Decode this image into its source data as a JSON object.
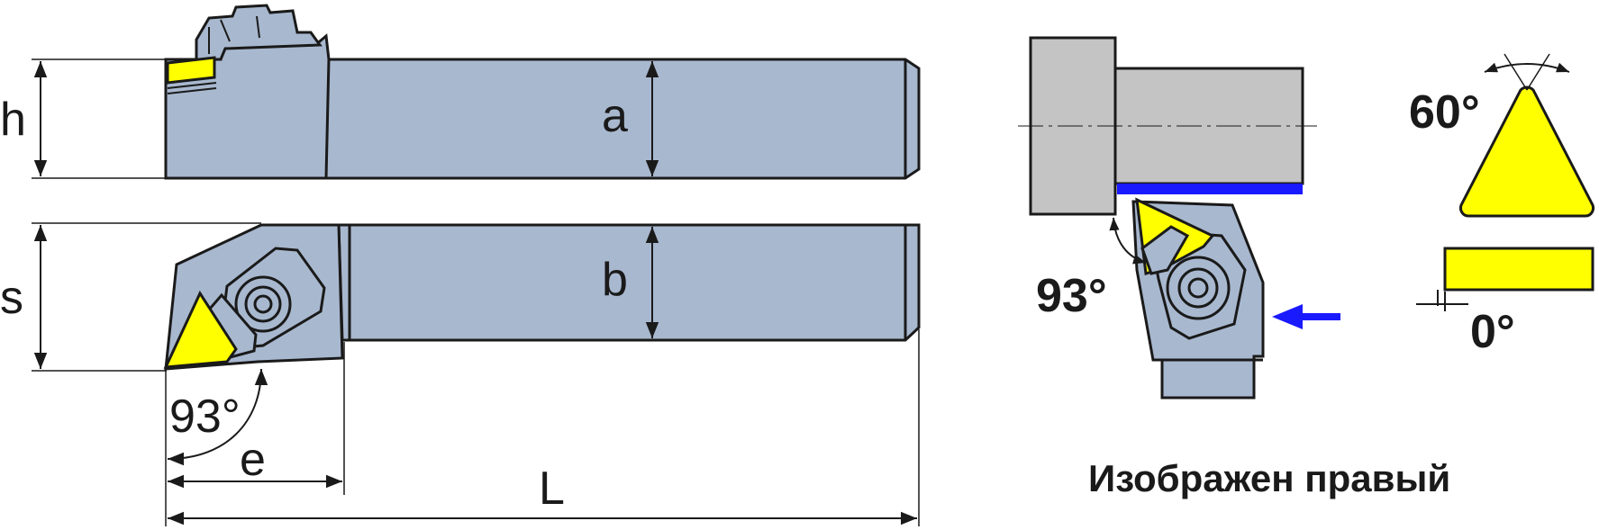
{
  "dimensions": {
    "h": "h",
    "a": "a",
    "s": "s",
    "b": "b",
    "e": "e",
    "L": "L"
  },
  "angles": {
    "lead_angle_left": "93°",
    "lead_angle_right": "93°",
    "insert_angle": "60°",
    "clearance_angle": "0°"
  },
  "caption": "Изображен правый",
  "colors": {
    "tool_body": "#a8b8cf",
    "insert": "#ffff00",
    "workpiece": "#c4c4c4",
    "machined_surface": "#1a1aff",
    "feed_arrow": "#1a1aff",
    "outline": "#1a1a1a"
  },
  "icons": {
    "feed_direction": "arrow-left-icon"
  }
}
